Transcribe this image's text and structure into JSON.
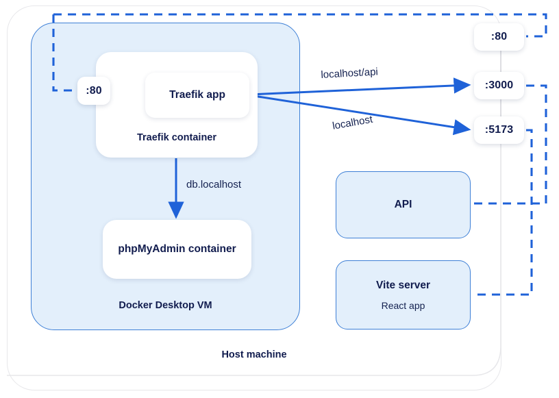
{
  "diagram": {
    "title": "Docker Desktop / Traefik routing architecture",
    "colors": {
      "accent_blue": "#1f62d8",
      "border_blue": "#3d7fd6",
      "fill_blue": "#e3effb",
      "text_navy": "#111c4e",
      "host_border": "#e7e7ea",
      "card_white": "#ffffff"
    }
  },
  "host": {
    "label": "Host machine"
  },
  "vm": {
    "label": "Docker Desktop VM"
  },
  "containers": {
    "traefik": {
      "label": "Traefik container",
      "app_label": "Traefik app",
      "port_label": ":80"
    },
    "phpmyadmin": {
      "label": "phpMyAdmin container"
    }
  },
  "services": {
    "api": {
      "title": "API"
    },
    "vite": {
      "title": "Vite server",
      "subtitle": "React app"
    }
  },
  "ports": [
    {
      "name": "port-80",
      "label": ":80"
    },
    {
      "name": "port-3000",
      "label": ":3000"
    },
    {
      "name": "port-5173",
      "label": ":5173"
    }
  ],
  "edges": {
    "db_localhost": "db.localhost",
    "localhost_api": "localhost/api",
    "localhost": "localhost"
  }
}
